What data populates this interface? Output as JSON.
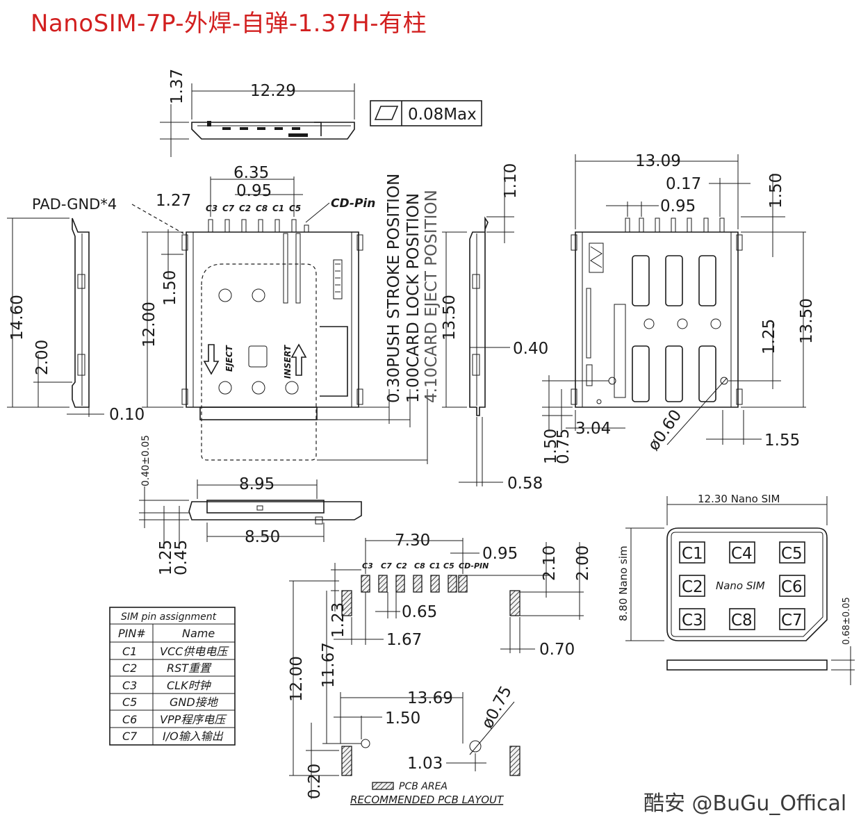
{
  "title": "NanoSIM-7P-外焊-自弹-1.37H-有柱",
  "watermark": "酷安 @BuGu_Offical",
  "top_view": {
    "height": "1.37",
    "width": "12.29",
    "flatness_symbol": "flatness-icon",
    "flatness_value": "0.08Max"
  },
  "front_view": {
    "pitch_total": "6.35",
    "pitch": "0.95",
    "pad_gnd": "PAD-GND*4",
    "pad_offset": "1.27",
    "pins": [
      "C3",
      "C7",
      "C2",
      "C8",
      "C1",
      "C5"
    ],
    "cd_pin": "CD-Pin",
    "height_total": "14.60",
    "body_height": "12.00",
    "top_gap": "1.50",
    "bottom_gap": "2.00",
    "edge": "0.10",
    "eject_label": "EJECT",
    "insert_label": "INSERT"
  },
  "positions": {
    "push_stroke": "0.30PUSH STROKE POSITION",
    "card_lock": "1.00CARD LOCK POSITION",
    "eject": "4.10CARD EJECT POSITION"
  },
  "side_view": {
    "height": "13.50",
    "top": "1.10",
    "pin_offset": "0.40",
    "pin_len": "0.58"
  },
  "back_view": {
    "width": "13.09",
    "pin_edge": "0.17",
    "pitch": "0.95",
    "top": "1.50",
    "height": "13.50",
    "hole_offset": "1.25",
    "post_offset": "3.04",
    "bottom_a": "1.50",
    "bottom_b": "0.75",
    "post_dia": "ø0.60",
    "post_x": "1.55"
  },
  "bottom_view": {
    "stroke": "0.40±0.05",
    "width_top": "8.95",
    "width_bottom": "8.50",
    "h_a": "1.25",
    "h_b": "0.45"
  },
  "pcb_layout": {
    "span": "7.30",
    "pitch": "0.95",
    "pins": [
      "C3",
      "C7",
      "C2",
      "C8",
      "C1",
      "C5",
      "CD-PIN"
    ],
    "pad_h": "2.10",
    "pad_h2": "2.00",
    "pad_w": "0.65",
    "pad_offset": "1.67",
    "gnd_w": "0.70",
    "gnd_h": "1.23",
    "height": "12.00",
    "inner_height": "11.67",
    "width": "13.69",
    "post_x": "1.50",
    "post_dia": "ø0.75",
    "post_dx": "1.03",
    "bottom": "0.20",
    "legend_area": "PCB AREA",
    "caption": "RECOMMENDED PCB LAYOUT"
  },
  "pin_table": {
    "title": "SIM pin assignment",
    "headers": [
      "PIN#",
      "Name"
    ],
    "rows": [
      [
        "C1",
        "VCC供电电压"
      ],
      [
        "C2",
        "RST重置"
      ],
      [
        "C3",
        "CLK时钟"
      ],
      [
        "C5",
        "GND接地"
      ],
      [
        "C6",
        "VPP程序电压"
      ],
      [
        "C7",
        "I/O输入输出"
      ]
    ]
  },
  "nano_sim": {
    "width": "12.30 Nano SIM",
    "height": "8.80 Nano sim",
    "center": "Nano SIM",
    "thickness": "0.68±0.05",
    "contacts": [
      [
        "C1",
        "C4",
        "C5"
      ],
      [
        "C2",
        "",
        "C6"
      ],
      [
        "C3",
        "C8",
        "C7"
      ]
    ]
  }
}
